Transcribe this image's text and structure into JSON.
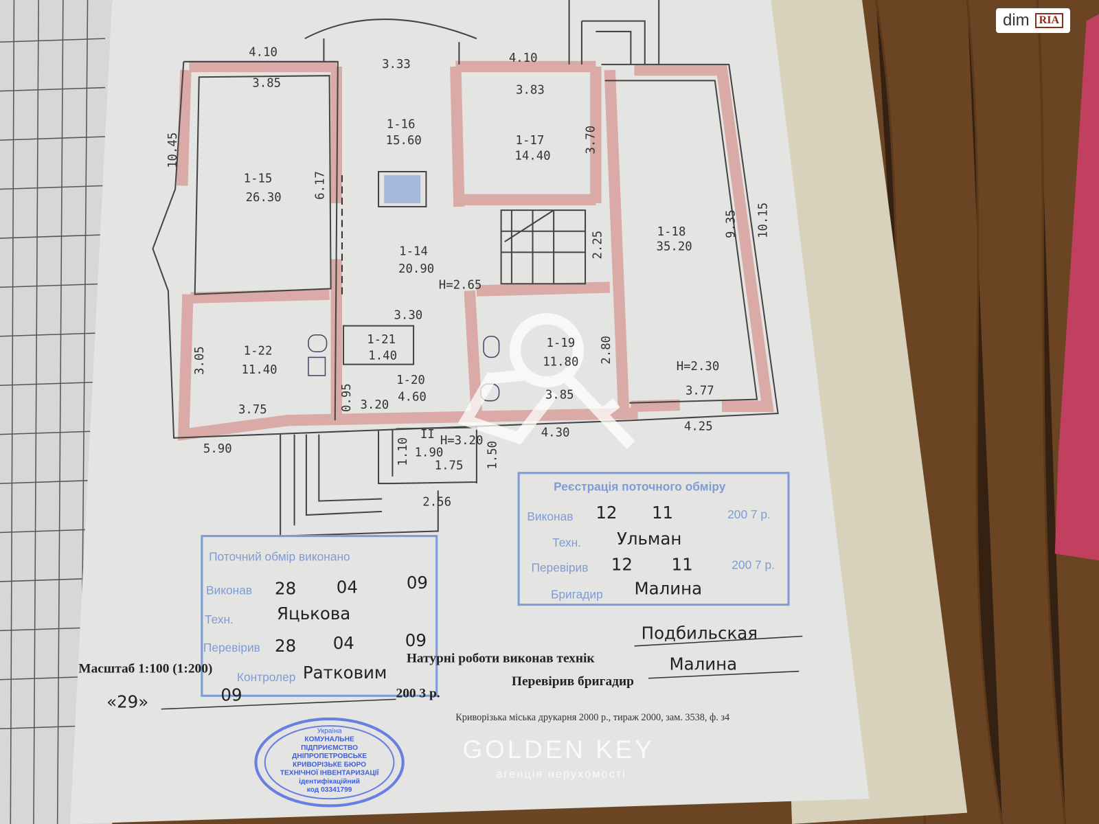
{
  "logo": {
    "dim": "dim",
    "ria": "RIA"
  },
  "watermark": {
    "brand": "GOLDEN KEY",
    "tagline": "агенція нерухомості"
  },
  "rooms": [
    {
      "id": "1-15",
      "area": "26.30"
    },
    {
      "id": "1-16",
      "area": "15.60"
    },
    {
      "id": "1-17",
      "area": "14.40"
    },
    {
      "id": "1-18",
      "area": "35.20"
    },
    {
      "id": "1-14",
      "area": "20.90"
    },
    {
      "id": "1-22",
      "area": "11.40"
    },
    {
      "id": "1-21",
      "area": "1.40"
    },
    {
      "id": "1-20",
      "area": "4.60"
    },
    {
      "id": "1-19",
      "area": "11.80"
    },
    {
      "id": "II",
      "area": "1.90"
    }
  ],
  "dimensions": {
    "top_left_outer": "4.10",
    "top_left_inner": "3.85",
    "bay": "3.33",
    "top_mid_outer": "4.10",
    "top_mid_inner": "3.83",
    "left_outer": "10.45",
    "hall_width": "6.17",
    "room17_height": "3.70",
    "right_inner": "9.35",
    "right_outer": "10.15",
    "stair": "2.25",
    "height_main": "H=2.65",
    "bath_width": "3.30",
    "room22_height": "3.05",
    "room19_height": "2.80",
    "height_right": "H=2.30",
    "room18_bottom": "3.77",
    "corridor_small": "0.95",
    "corridor_width": "3.20",
    "room22_width": "3.75",
    "room19_width": "3.85",
    "bottom_left": "5.90",
    "bottom_mid": "4.30",
    "bottom_right": "4.25",
    "porch_h": "1.10",
    "porch_w": "1.75",
    "porch_side": "1.50",
    "porch_height": "H=3.20",
    "porch_bottom": "2.56"
  },
  "register_2007": {
    "title": "Реєстрація поточного обміру",
    "executed_label": "Виконав",
    "executed_day": "12",
    "executed_month": "11",
    "executed_year": "200 7 р.",
    "tech_label": "Техн.",
    "tech_name": "Ульман",
    "checked_label": "Перевірив",
    "checked_day": "12",
    "checked_month": "11",
    "checked_year": "200 7 р.",
    "brigadier_label": "Бригадир",
    "brigadier_name": "Малина"
  },
  "register_2009": {
    "title": "Поточний обмір виконано",
    "executed_label": "Виконав",
    "executed_day": "28",
    "executed_month": "04",
    "executed_year": "09",
    "tech_label": "Техн.",
    "tech_name": "Яцькова",
    "checked_label": "Перевірив",
    "checked_day": "28",
    "checked_month": "04",
    "checked_year": "09",
    "controller_label": "Контролер",
    "controller_name": "Ратковим"
  },
  "footer": {
    "scale": "Масштаб 1:100 (1:200)",
    "field_work": "Натурні роботи виконав технік",
    "field_tech": "Подбильская",
    "checked_brigadier": "Перевірив бригадир",
    "brigadier": "Малина",
    "date_day": "«29»",
    "date_month": "09",
    "date_year": "200 3 р.",
    "printer": "Криворізька міська друкарня 2000 р., тираж 2000, зам. 3538, ф. з4"
  },
  "stamp": {
    "country": "Україна",
    "lines": [
      "КОМУНАЛЬНЕ",
      "ПІДПРИЄМСТВО",
      "ДНІПРОПЕТРОВСЬКЕ",
      "КРИВОРІЗЬКЕ БЮРО",
      "ТЕХНІЧНОЇ ІНВЕНТАРИЗАЦІЇ",
      "ідентифікаційний",
      "код 03341799"
    ]
  }
}
